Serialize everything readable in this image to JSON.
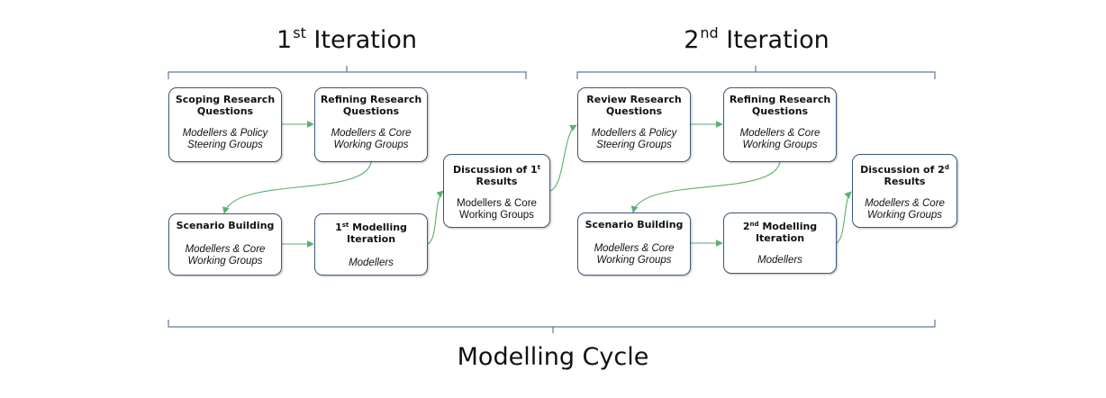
{
  "titles": {
    "iteration1": {
      "text": "1",
      "sup": "st",
      "rest": " Iteration"
    },
    "iteration2": {
      "text": "2",
      "sup": "nd",
      "rest": " Iteration"
    },
    "cycle": "Modelling Cycle"
  },
  "boxes": {
    "scoping": {
      "head": "Scoping Research Questions",
      "sub": "Modellers & Policy Steering Groups"
    },
    "refining1": {
      "head": "Refining Research Questions",
      "sub": "Modellers & Core Working Groups"
    },
    "scenario1": {
      "head": "Scenario Building",
      "sub": "Modellers & Core Working Groups"
    },
    "modelling1": {
      "head_pre": "1",
      "head_sup": "st",
      "head_post": " Modelling Iteration",
      "sub": "Modellers"
    },
    "discussion1": {
      "head_pre": "Discussion of 1",
      "head_sup": "t",
      "head_post": " Results",
      "sub": "Modellers & Core Working Groups"
    },
    "review": {
      "head": "Review Research Questions",
      "sub": "Modellers & Policy Steering Groups"
    },
    "refining2": {
      "head": "Refining Research Questions",
      "sub": "Modellers & Core Working Groups"
    },
    "scenario2": {
      "head": "Scenario Building",
      "sub": "Modellers & Core Working Groups"
    },
    "modelling2": {
      "head_pre": "2",
      "head_sup": "nd",
      "head_post": " Modelling Iteration",
      "sub": "Modellers"
    },
    "discussion2": {
      "head_pre": "Discussion of 2",
      "head_sup": "d",
      "head_post": " Results",
      "sub": "Modellers & Core Working Groups"
    }
  },
  "colors": {
    "box_border": "#3b5a7a",
    "arrow": "#5cae6e",
    "bracket": "#5a7aa0"
  }
}
